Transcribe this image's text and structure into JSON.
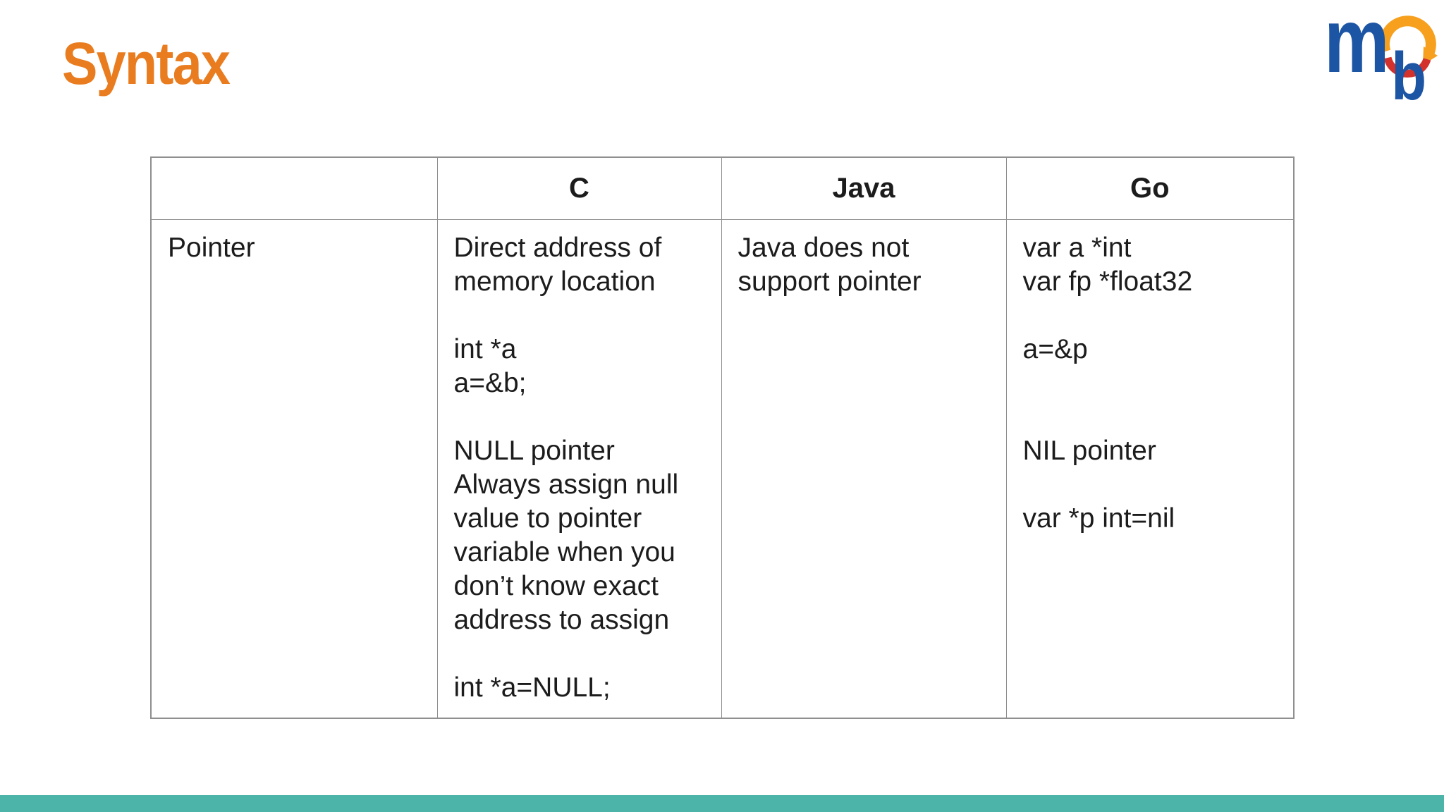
{
  "slide": {
    "title": "Syntax",
    "title_color": "#E97C1F",
    "footer_color": "#4CB4A8",
    "logo": {
      "letter_m": "m",
      "letter_b": "b",
      "blue": "#1D55A5",
      "swirl_orange": "#F6A01E",
      "swirl_red": "#D2322B"
    }
  },
  "table": {
    "headers": {
      "blank": "",
      "c": "C",
      "java": "Java",
      "go": "Go"
    },
    "row": {
      "label": "Pointer",
      "c": "Direct address of\nmemory location\n\nint *a\na=&b;\n\nNULL pointer\nAlways assign null\nvalue to pointer\nvariable when you\ndon’t know exact\naddress to assign\n\nint *a=NULL;",
      "java": "Java does not\nsupport pointer",
      "go": "var a *int\nvar fp *float32\n\na=&p\n\n\nNIL pointer\n\nvar *p int=nil"
    }
  }
}
